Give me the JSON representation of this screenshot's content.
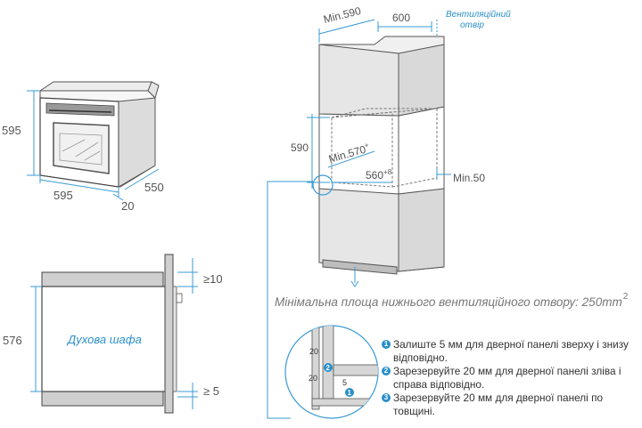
{
  "oven_front": {
    "height_label": "595",
    "width_label": "595",
    "depth_label": "550",
    "door_label": "20"
  },
  "oven_side": {
    "height_label": "576",
    "top_gap_label": "≥10",
    "bottom_gap_label": "≥ 5",
    "cabinet_label": "Духова шафа"
  },
  "cabinet": {
    "min_width_label": "Min.590",
    "depth_label": "600",
    "vent_label_line1": "Вентиляційний",
    "vent_label_line2": "отвір",
    "height_label": "590",
    "min_depth_label": "Min.570",
    "min_depth_sup": "+",
    "niche_width_label": "560",
    "niche_width_sup": "+8",
    "rear_gap_label": "Min.50"
  },
  "vent_note": {
    "text": "Мінімальна площа нижнього вентиляційного отвору: 250",
    "unit": "mm",
    "exp": "2"
  },
  "detail": {
    "gap_top": "20",
    "gap_left": "20",
    "gap_bottom": "5",
    "marker_1": "1",
    "marker_2": "2"
  },
  "steps": [
    {
      "num": "1",
      "text": "Залиште 5 мм для дверної панелі зверху і знизу відповідно."
    },
    {
      "num": "2",
      "text": "Зарезервуйте 20 мм для дверної панелі зліва і справа відповідно."
    },
    {
      "num": "3",
      "text": "Зарезервуйте 20 мм для дверної панелі по товщині."
    }
  ],
  "colors": {
    "accent": "#2a8fc8",
    "line": "#555555",
    "dim_line": "#3a9bd5",
    "panel": "#cccccc"
  }
}
